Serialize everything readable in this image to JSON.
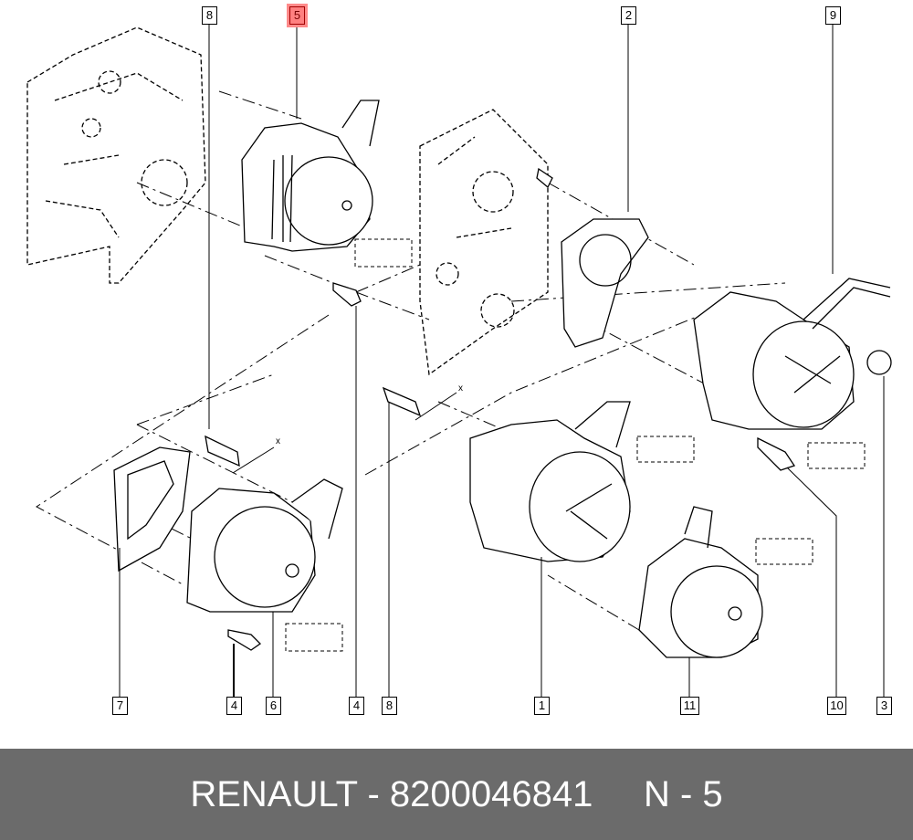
{
  "callouts_top": [
    {
      "label": "8",
      "highlighted": false
    },
    {
      "label": "5",
      "highlighted": true
    },
    {
      "label": "2",
      "highlighted": false
    },
    {
      "label": "9",
      "highlighted": false
    }
  ],
  "callouts_bottom": [
    {
      "label": "7"
    },
    {
      "label": "4"
    },
    {
      "label": "6"
    },
    {
      "label": "4"
    },
    {
      "label": "8"
    },
    {
      "label": "1"
    },
    {
      "label": "11"
    },
    {
      "label": "10"
    },
    {
      "label": "3"
    }
  ],
  "annotations": {
    "x_mark_1": "x",
    "x_mark_2": "x"
  },
  "footer": {
    "brand": "RENAULT",
    "sep": " - ",
    "part_number": "8200046841",
    "gap": "     ",
    "position_label": "N - 5"
  },
  "colors": {
    "highlight": "#ff8080",
    "footer_bg": "#6b6b6b"
  }
}
